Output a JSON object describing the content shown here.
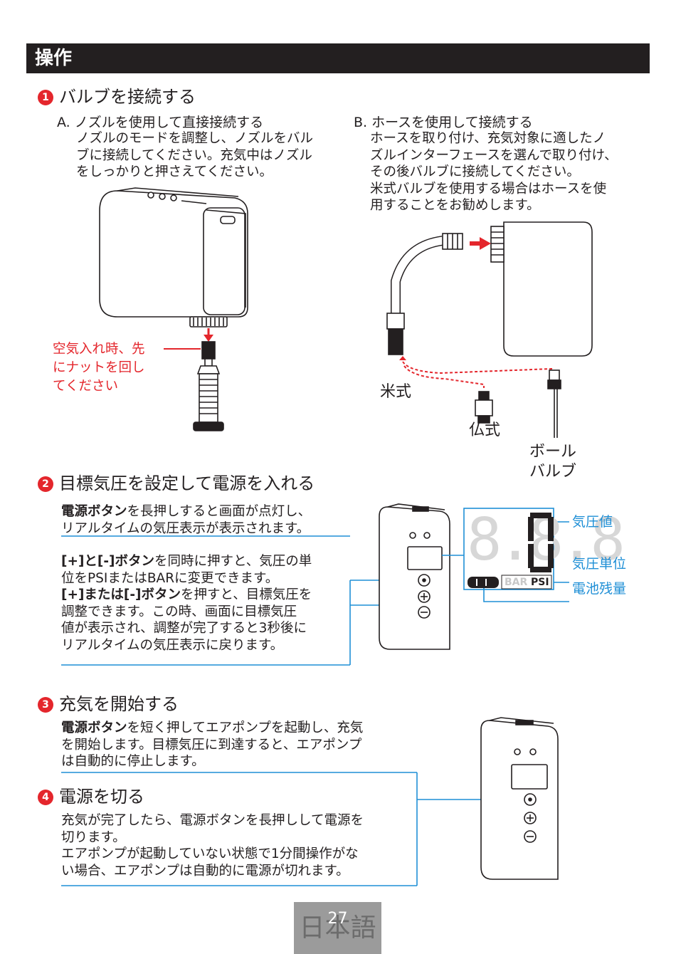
{
  "header": {
    "title": "操作"
  },
  "section1": {
    "number": "1",
    "title": "バルブを接続する",
    "a": {
      "title": "A. ノズルを使用して直接接続する",
      "lines": [
        "ノズルのモードを調整し、ノズルをバル",
        "ブに接続してください。充気中はノズル",
        "をしっかりと押さえてください。"
      ]
    },
    "b": {
      "title": "B. ホースを使用して接続する",
      "lines": [
        "ホースを取り付け、充気対象に適したノ",
        "ズルインターフェースを選んで取り付け、",
        "その後バルブに接続してください。",
        "米式バルブを使用する場合はホースを使",
        "用することをお勧めします。"
      ]
    },
    "nut_note": [
      "空気入れ時、先",
      "にナットを回し",
      "てください"
    ],
    "valve_labels": {
      "american": "米式",
      "french": "仏式",
      "ball": [
        "ボール",
        "バルブ"
      ]
    }
  },
  "section2": {
    "number": "2",
    "title": "目標気圧を設定して電源を入れる",
    "p1_bold": "電源ボタン",
    "p1_lines": [
      "を長押しすると画面が点灯し、",
      "リアルタイムの気圧表示が表示されます。"
    ],
    "p2_pre": "[+]と[-]ボタン",
    "p2_lines": [
      "を同時に押すと、気圧の単",
      "位をPSIまたはBARに変更できます。"
    ],
    "p3_pre": "[+]または[-]ボタン",
    "p3_lines": [
      "を押すと、目標気圧を",
      "調整できます。この時、画面に目標気圧",
      "値が表示され、調整が完了すると3秒後に",
      "リアルタイムの気圧表示に戻ります。"
    ],
    "display": {
      "digits": "8.8.8",
      "bar_label": "BAR",
      "psi_label": "PSI",
      "callouts": {
        "pressure_value": "気圧値",
        "pressure_unit": "気圧単位",
        "battery": "電池残量"
      }
    }
  },
  "section3": {
    "number": "3",
    "title": "充気を開始する",
    "bold": "電源ボタン",
    "lines": [
      "を短く押してエアポンプを起動し、充気",
      "を開始します。目標気圧に到達すると、エアポンプ",
      "は自動的に停止します。"
    ]
  },
  "section4": {
    "number": "4",
    "title": "電源を切る",
    "lines": [
      "充気が完了したら、電源ボタンを長押しして電源を",
      "切ります。",
      "エアポンプが起動していない状態で1分間操作がな",
      "い場合、エアポンプは自動的に電源が切れます。"
    ]
  },
  "footer": {
    "language": "日本語",
    "page": "27"
  },
  "colors": {
    "accent_red": "#e4262c",
    "callout_blue": "#1f8fd6",
    "header_bg": "#231f20",
    "footer_bg": "#9b9b9b"
  }
}
